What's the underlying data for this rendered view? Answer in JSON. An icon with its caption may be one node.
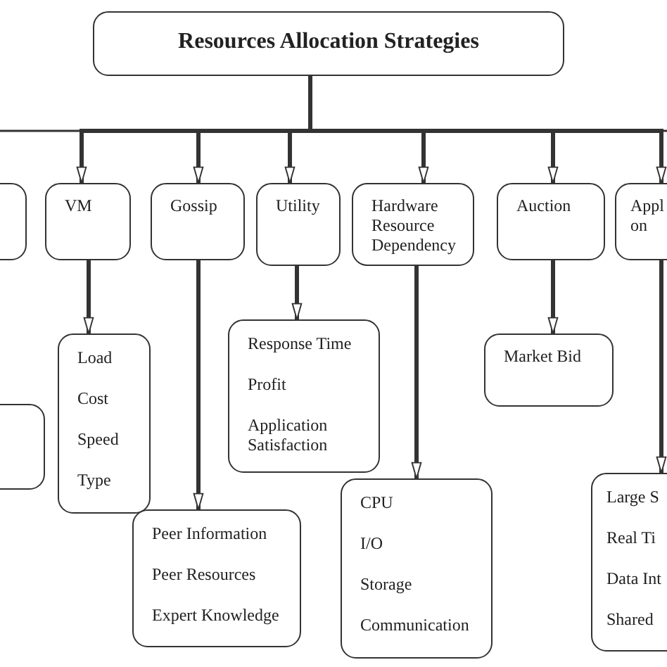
{
  "diagram": {
    "nodes": [
      {
        "text": [
          "Resources Allocation Strategies"
        ]
      },
      {
        "text": [],
        "shape": "box"
      },
      {
        "text": [
          "VM"
        ]
      },
      {
        "text": [
          "Gossip"
        ]
      },
      {
        "text": [
          "Utility"
        ]
      },
      {
        "text": [
          "Hardware Resource Dependency"
        ]
      },
      {
        "text": [
          "Auction"
        ]
      },
      {
        "text": [
          "Appl on"
        ]
      },
      {
        "text": [],
        "shape": "box"
      },
      {
        "text": [
          "Load",
          "Cost",
          "Speed",
          "Type"
        ]
      },
      {
        "text": [
          "Response Time",
          "Profit",
          "Application Satisfaction"
        ]
      },
      {
        "text": [
          "Market Bid"
        ]
      },
      {
        "text": [
          "Peer Information",
          "Peer Resources",
          "Expert Knowledge"
        ]
      },
      {
        "text": [
          "CPU",
          "I/O",
          "Storage",
          "Communication"
        ]
      },
      {
        "text": [
          "Large S",
          "Real Ti",
          "Data Int",
          "Shared"
        ]
      }
    ],
    "edges": [
      {
        "from": 0,
        "to": 2,
        "arrow": "to"
      },
      {
        "from": 0,
        "to": 3,
        "arrow": "to"
      },
      {
        "from": 0,
        "to": 4,
        "arrow": "to"
      },
      {
        "from": 0,
        "to": 5,
        "arrow": "to"
      },
      {
        "from": 0,
        "to": 6,
        "arrow": "to"
      },
      {
        "from": 0,
        "to": 7,
        "arrow": "to"
      },
      {
        "from": 2,
        "to": 9,
        "arrow": "to"
      },
      {
        "from": 3,
        "to": 12,
        "arrow": "to"
      },
      {
        "from": 4,
        "to": 10,
        "arrow": "to"
      },
      {
        "from": 5,
        "to": 13,
        "arrow": "to"
      },
      {
        "from": 6,
        "to": 11,
        "arrow": "to"
      },
      {
        "from": 7,
        "to": 14,
        "arrow": "to"
      }
    ]
  }
}
